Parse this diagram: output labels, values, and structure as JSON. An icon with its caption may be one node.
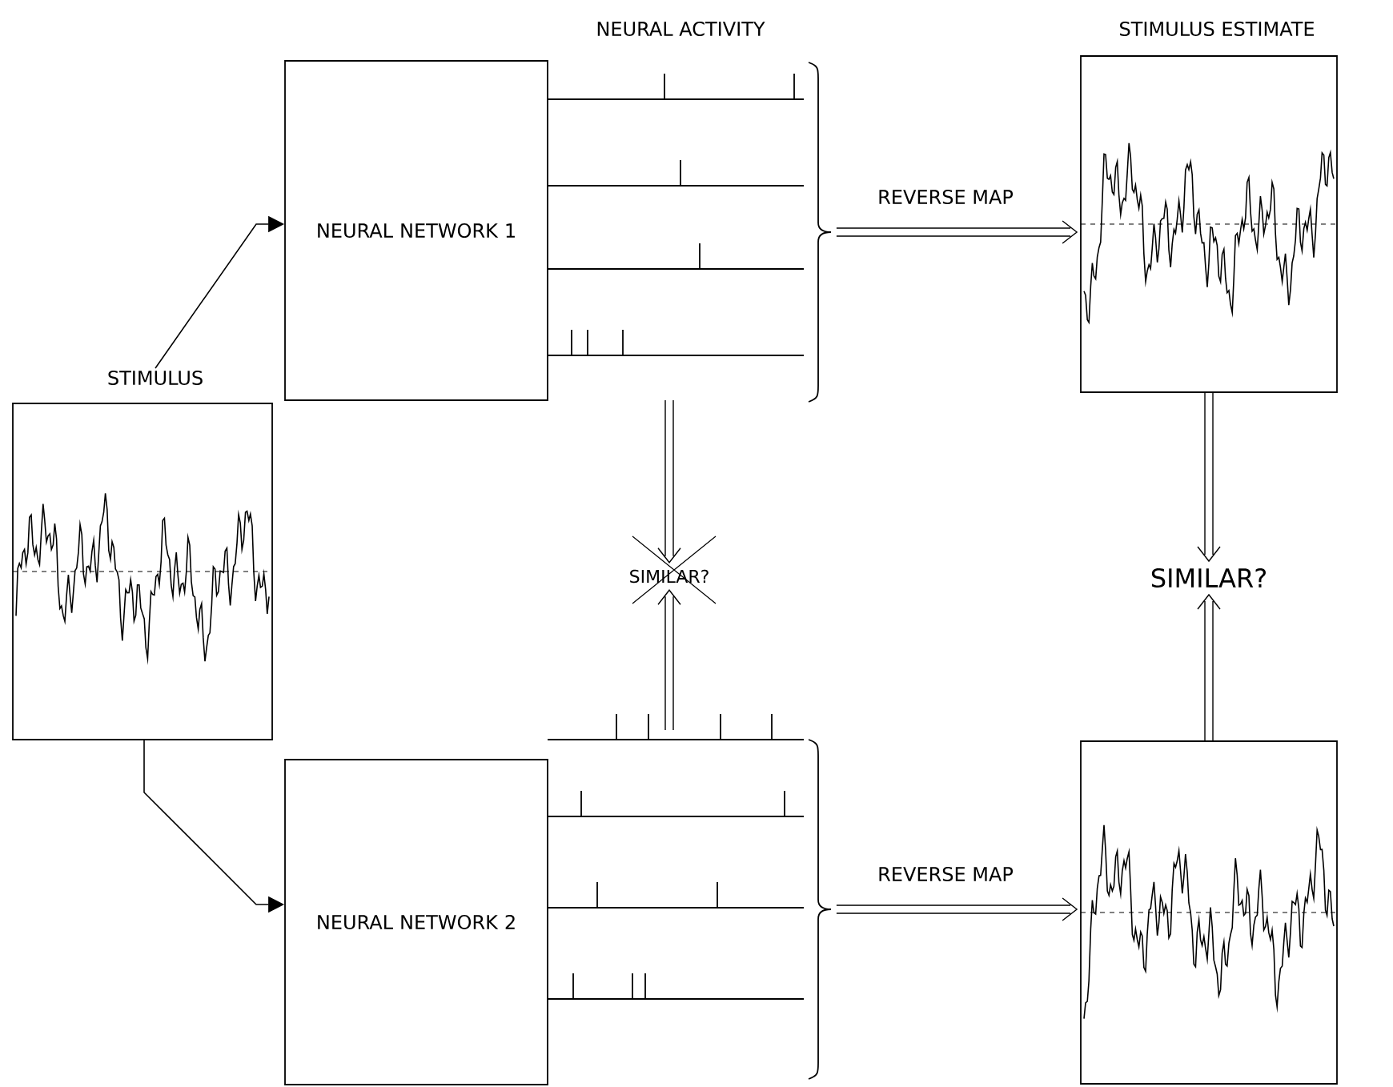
{
  "diagram": {
    "nodes": [
      {
        "text": [
          "STIMULUS"
        ]
      },
      {
        "text": [
          "NEURAL NETWORK 1"
        ]
      },
      {
        "text": [
          "NEURAL NETWORK 2"
        ]
      },
      {
        "text": [
          "NEURAL ACTIVITY"
        ]
      },
      {
        "text": [],
        "shape": "picture"
      },
      {
        "text": [
          "STIMULUS ESTIMATE"
        ]
      },
      {
        "text": [],
        "shape": "picture"
      },
      {
        "text": [
          "SIMILAR?"
        ]
      },
      {
        "text": [
          "SIMILAR?"
        ]
      }
    ],
    "edges": [
      {
        "from": 0,
        "to": 1,
        "arrow": "to"
      },
      {
        "from": 0,
        "to": 2,
        "arrow": "to"
      },
      {
        "from": 3,
        "to": 5,
        "arrow": "to",
        "label": "REVERSE MAP"
      },
      {
        "from": 4,
        "to": 6,
        "arrow": "to",
        "label": "REVERSE MAP"
      },
      {
        "from": 3,
        "to": 7,
        "arrow": "to"
      },
      {
        "from": 4,
        "to": 7,
        "arrow": "to"
      },
      {
        "from": 5,
        "to": 8,
        "arrow": "to"
      },
      {
        "from": 6,
        "to": 8,
        "arrow": "to"
      }
    ]
  }
}
